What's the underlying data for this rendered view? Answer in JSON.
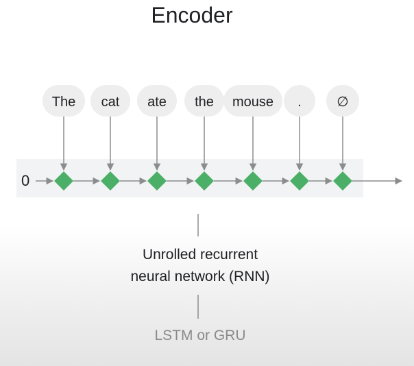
{
  "title": "Encoder",
  "tokens": [
    "The",
    "cat",
    "ate",
    "the",
    "mouse",
    ".",
    "∅"
  ],
  "initial_state": "0",
  "caption_line1": "Unrolled recurrent",
  "caption_line2": "neural network (RNN)",
  "subcaption": "LSTM or GRU",
  "colors": {
    "node": "#4caf67",
    "token_bubble": "#eeeeee",
    "band": "#f1f3f4",
    "connector": "#8c8c8c",
    "subcaption": "#8a8a8a"
  }
}
